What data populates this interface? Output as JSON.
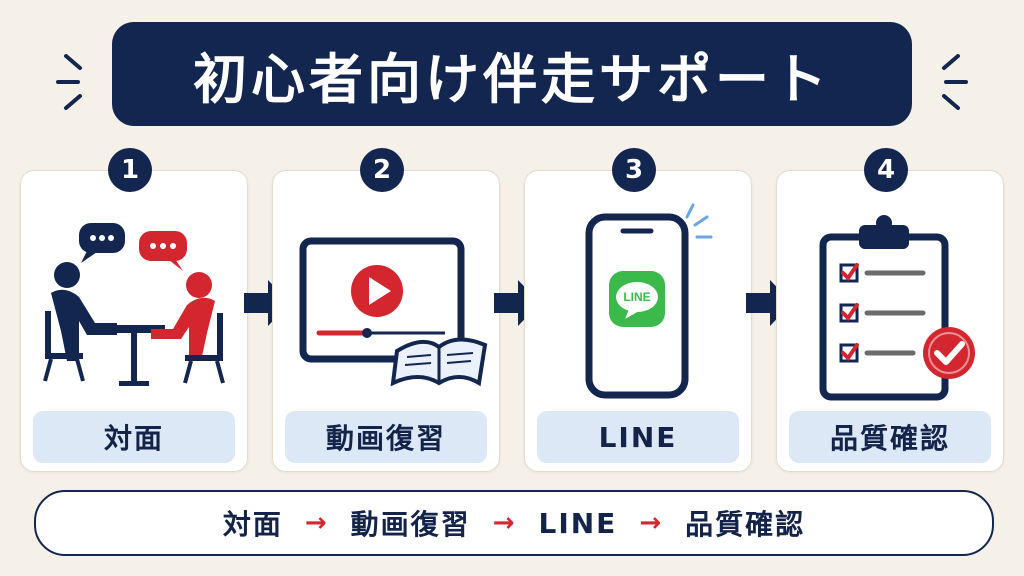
{
  "title": "初心者向け伴走サポート",
  "steps": [
    {
      "number": "1",
      "label": "対面"
    },
    {
      "number": "2",
      "label": "動画復習"
    },
    {
      "number": "3",
      "label": "LINE"
    },
    {
      "number": "4",
      "label": "品質確認"
    }
  ],
  "line_logo_text": "LINE",
  "flow": {
    "items": [
      "対面",
      "動画復習",
      "LINE",
      "品質確認"
    ],
    "arrow": "→"
  },
  "colors": {
    "navy": "#13264f",
    "red": "#d4262e",
    "line_green": "#3bb94b",
    "label_bg": "#dde8f6",
    "background": "#f6f1e8"
  }
}
